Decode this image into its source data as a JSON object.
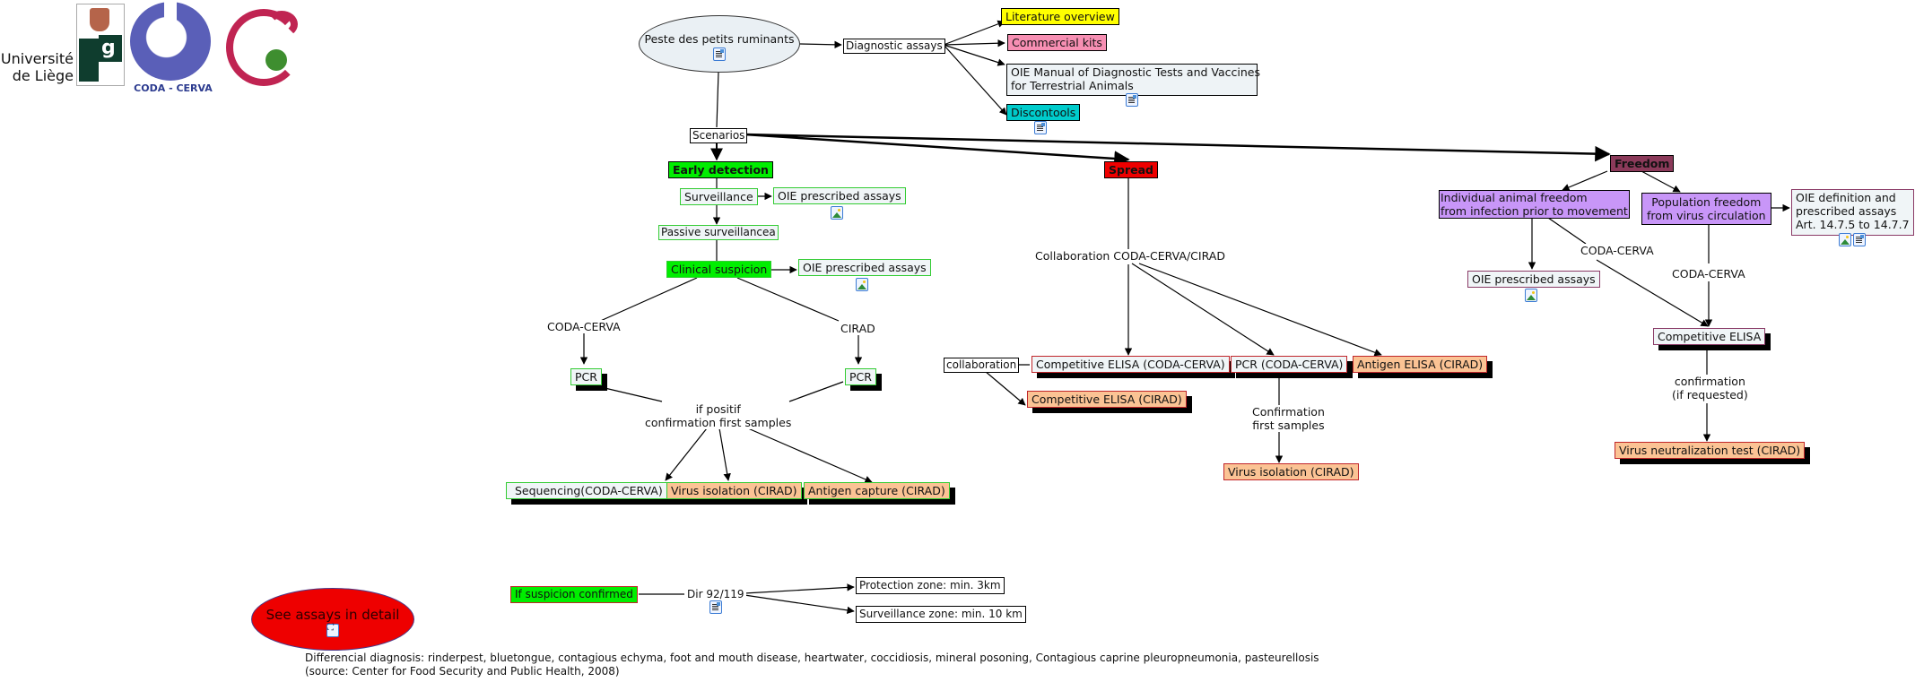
{
  "logos": {
    "ulg_text_line1": "Université",
    "ulg_text_line2": "de Liège",
    "coda_cerva": "CODA - CERVA"
  },
  "nodes": {
    "root": "Peste des petits ruminants",
    "diagnostic_assays": "Diagnostic assays",
    "literature_overview": "Literature overview",
    "commercial_kits": "Commercial kits",
    "oie_manual_line1": "OIE Manual of Diagnostic Tests and Vaccines",
    "oie_manual_line2": "for Terrestrial Animals",
    "discontools": "Discontools",
    "scenarios": "Scenarios",
    "early_detection": "Early detection",
    "surveillance": "Surveillance",
    "oie_prescribed_1": "OIE prescribed assays",
    "passive_surveillance": "Passive surveillancea",
    "clinical_suspicion": "Clinical suspicion",
    "oie_prescribed_2": "OIE prescribed assays",
    "pcr_left": "PCR",
    "pcr_right": "PCR",
    "sequencing": "Sequencing(CODA-CERVA)",
    "virus_isolation_1": "Virus isolation (CIRAD)",
    "antigen_capture": "Antigen capture (CIRAD)",
    "spread": "Spread",
    "collaboration": "collaboration",
    "comp_elisa_coda": "Competitive ELISA (CODA-CERVA)",
    "pcr_coda": "PCR (CODA-CERVA)",
    "antigen_elisa": "Antigen ELISA (CIRAD)",
    "comp_elisa_cirad": "Competitive ELISA (CIRAD)",
    "virus_isolation_2": "Virus isolation (CIRAD)",
    "freedom": "Freedom",
    "individual_line1": "Individual animal freedom",
    "individual_line2": "from infection prior to movement",
    "population_line1": "Population freedom",
    "population_line2": "from virus circulation",
    "oie_def_line1": "OIE definition and",
    "oie_def_line2": "prescribed assays",
    "oie_def_line3": "Art. 14.7.5 to 14.7.7",
    "oie_prescribed_3": "OIE prescribed assays",
    "competitive_elisa": "Competitive ELISA",
    "vnt": "Virus neutralization test (CIRAD)",
    "see_assays": "See assays in detail",
    "if_suspicion": "If suspicion confirmed",
    "dir": "Dir 92/119",
    "protection_zone": "Protection zone: min. 3km",
    "surveillance_zone": "Surveillance zone: min. 10 km"
  },
  "link_labels": {
    "coda_cerva_left": "CODA-CERVA",
    "cirad": "CIRAD",
    "if_positif_line1": "if positif",
    "if_positif_line2": "confirmation first samples",
    "collab_coda_cirad": "Collaboration CODA-CERVA/CIRAD",
    "confirmation_line1": "Confirmation",
    "confirmation_line2": "first samples",
    "coda_cerva_ind": "CODA-CERVA",
    "coda_cerva_pop": "CODA-CERVA",
    "confirm_req_line1": "confirmation",
    "confirm_req_line2": "(if requested)"
  },
  "footer": {
    "diff_diagnosis": "Differencial diagnosis: rinderpest, bluetongue, contagious echyma, foot and mouth disease, heartwater, coccidiosis, mineral posoning, Contagious caprine pleuropneumonia, pasteurellosis",
    "source": "(source: Center for Food Security and Public Health, 2008)"
  },
  "colors": {
    "literature": "#ffff00",
    "commercial": "#f78fb3",
    "discontools": "#00cccc",
    "early_detection": "#00ee00",
    "spread": "#ee0000",
    "freedom": "#8b3a5a",
    "purple": "#c896f8",
    "orange": "#fbc394",
    "see_assays": "#ee0000"
  }
}
